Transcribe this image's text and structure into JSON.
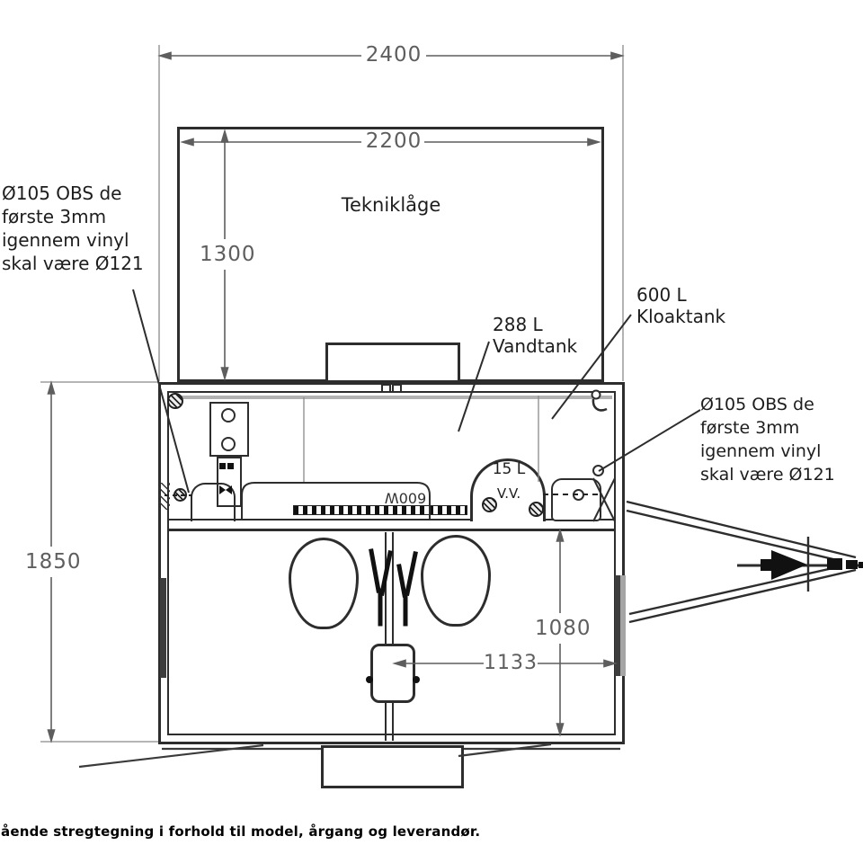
{
  "drawing": {
    "lid_label": "Tekniklåge",
    "heater_label": "600W",
    "boiler": [
      "15 L",
      "V.V."
    ],
    "vandtank": [
      "288 L",
      "Vandtank"
    ],
    "kloaktank": [
      "600 L",
      "Kloaktank"
    ],
    "obs_left": [
      "Ø105 OBS de",
      "første 3mm",
      "igennem vinyl",
      "skal være Ø121"
    ],
    "obs_right": [
      "Ø105 OBS de",
      "første 3mm",
      "igennem vinyl",
      "skal være Ø121"
    ]
  },
  "dimensions": {
    "overall_width": "2400",
    "lid_width": "2200",
    "lid_height": "1300",
    "body_height": "1850",
    "room_height": "1080",
    "room_width": "1133"
  },
  "footer": {
    "note": "ående stregtegning i forhold til model, årgang og leverandør."
  },
  "colors": {
    "line": "#2d2d2d",
    "dimension": "#5e5e5e",
    "door_dark": "#3d3d3d",
    "door_gray": "#a5a5a5"
  }
}
